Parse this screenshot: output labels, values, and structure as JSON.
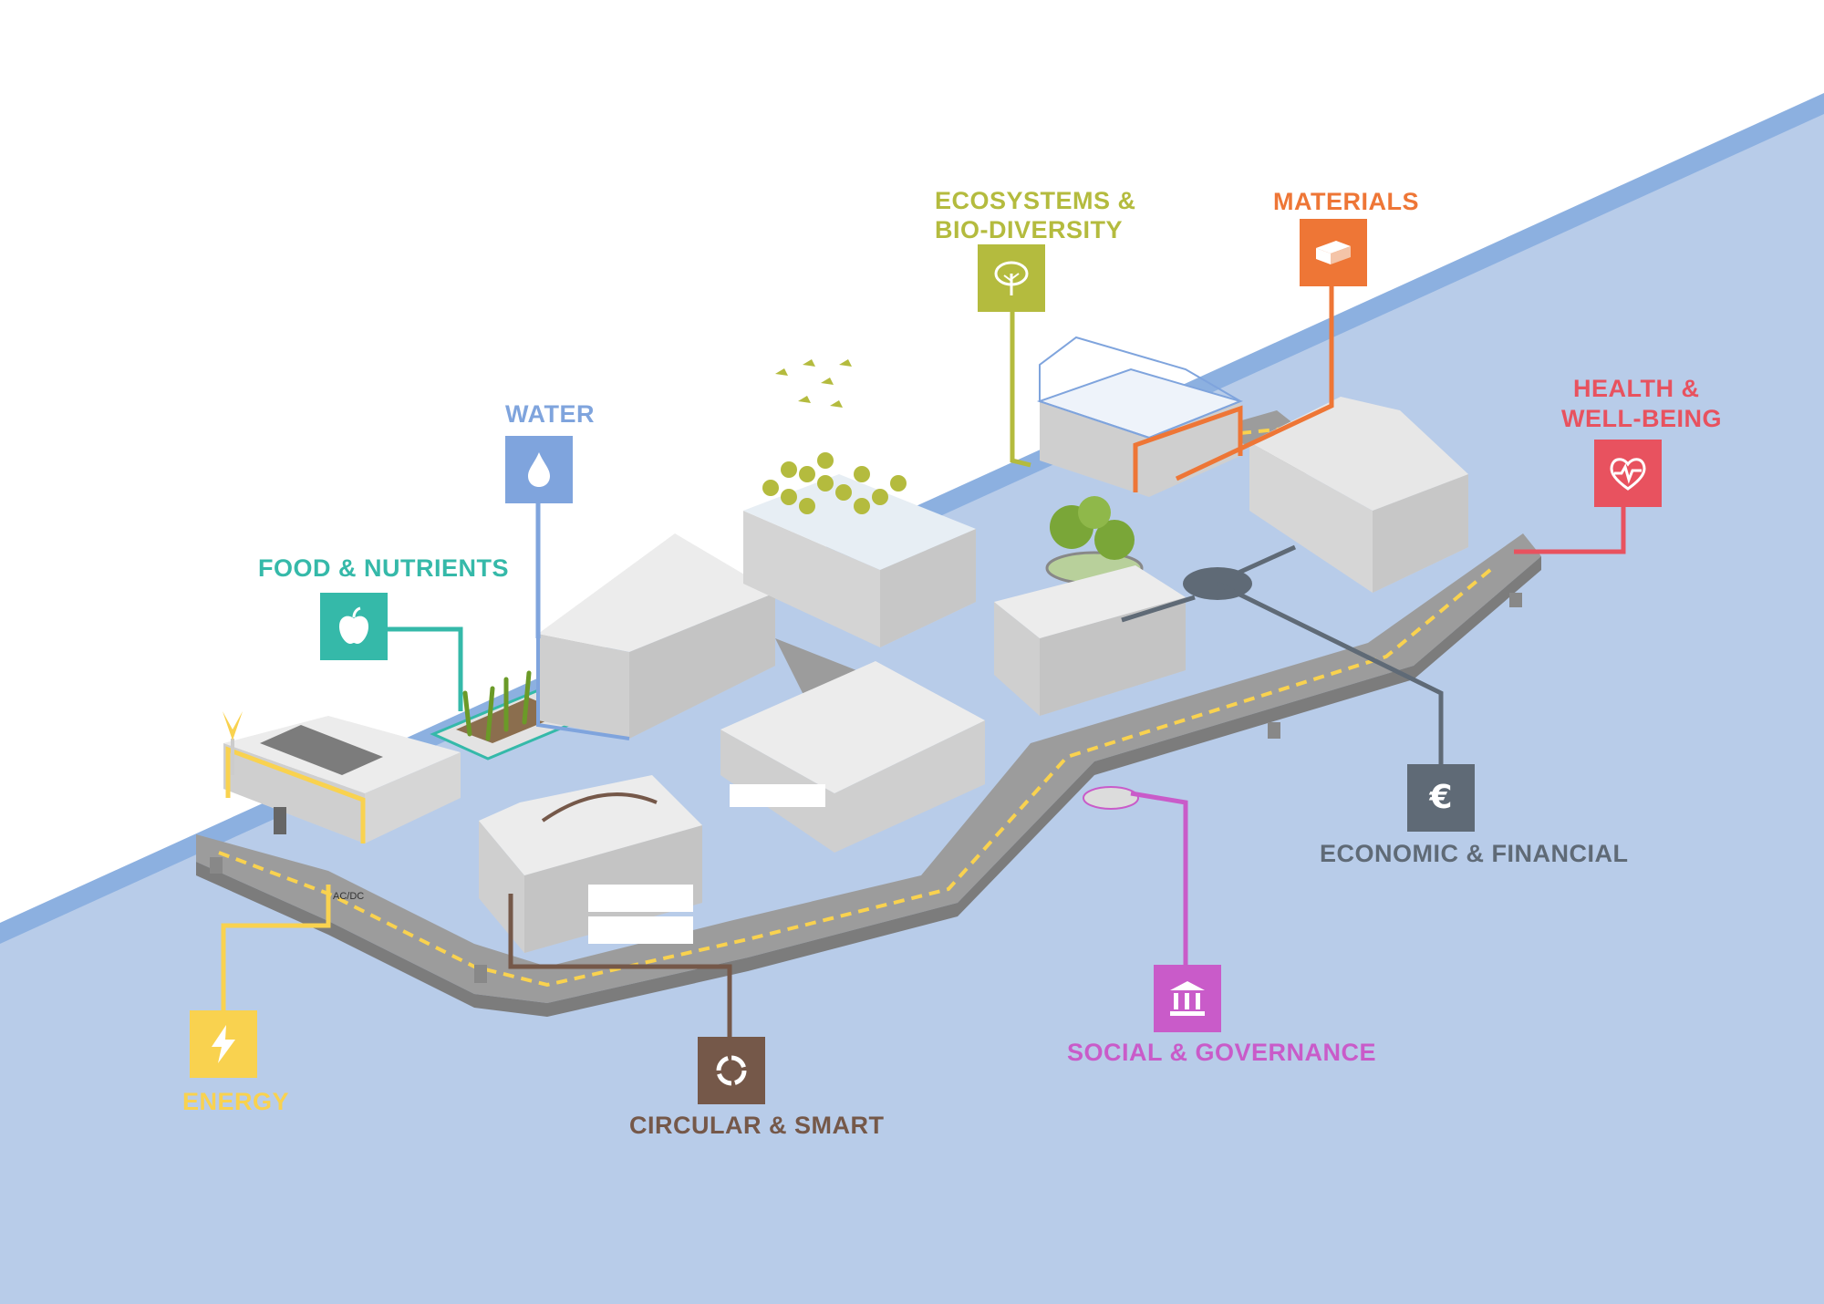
{
  "colors": {
    "water": "#b8cce9",
    "shore": "#8cb0e0",
    "energy": "#f9d24f",
    "circular": "#755849",
    "social": "#c95bc9",
    "economic": "#5f6a76",
    "health": "#e8525f",
    "materials": "#ee7636",
    "ecosystems": "#b4bb3e",
    "water_theme": "#7fa4dd",
    "food": "#35b9a9"
  },
  "themes": [
    {
      "id": "energy",
      "label": "ENERGY",
      "icon": "lightning-icon"
    },
    {
      "id": "circular",
      "label": "CIRCULAR & SMART",
      "icon": "circular-arrows-icon"
    },
    {
      "id": "social",
      "label": "SOCIAL & GOVERNANCE",
      "icon": "institution-icon"
    },
    {
      "id": "economic",
      "label": "ECONOMIC & FINANCIAL",
      "icon": "euro-icon"
    },
    {
      "id": "health",
      "label_line1": "HEALTH &",
      "label_line2": "WELL-BEING",
      "icon": "heartbeat-icon"
    },
    {
      "id": "materials",
      "label": "MATERIALS",
      "icon": "brick-icon"
    },
    {
      "id": "ecosystems",
      "label_line1": "ECOSYSTEMS &",
      "label_line2": "BIO-DIVERSITY",
      "icon": "tree-icon"
    },
    {
      "id": "water",
      "label": "WATER",
      "icon": "water-drop-icon"
    },
    {
      "id": "food",
      "label": "FOOD & NUTRIENTS",
      "icon": "apple-icon"
    }
  ],
  "scene": {
    "acdc_label": "AC/DC",
    "euro_sign": "€"
  }
}
